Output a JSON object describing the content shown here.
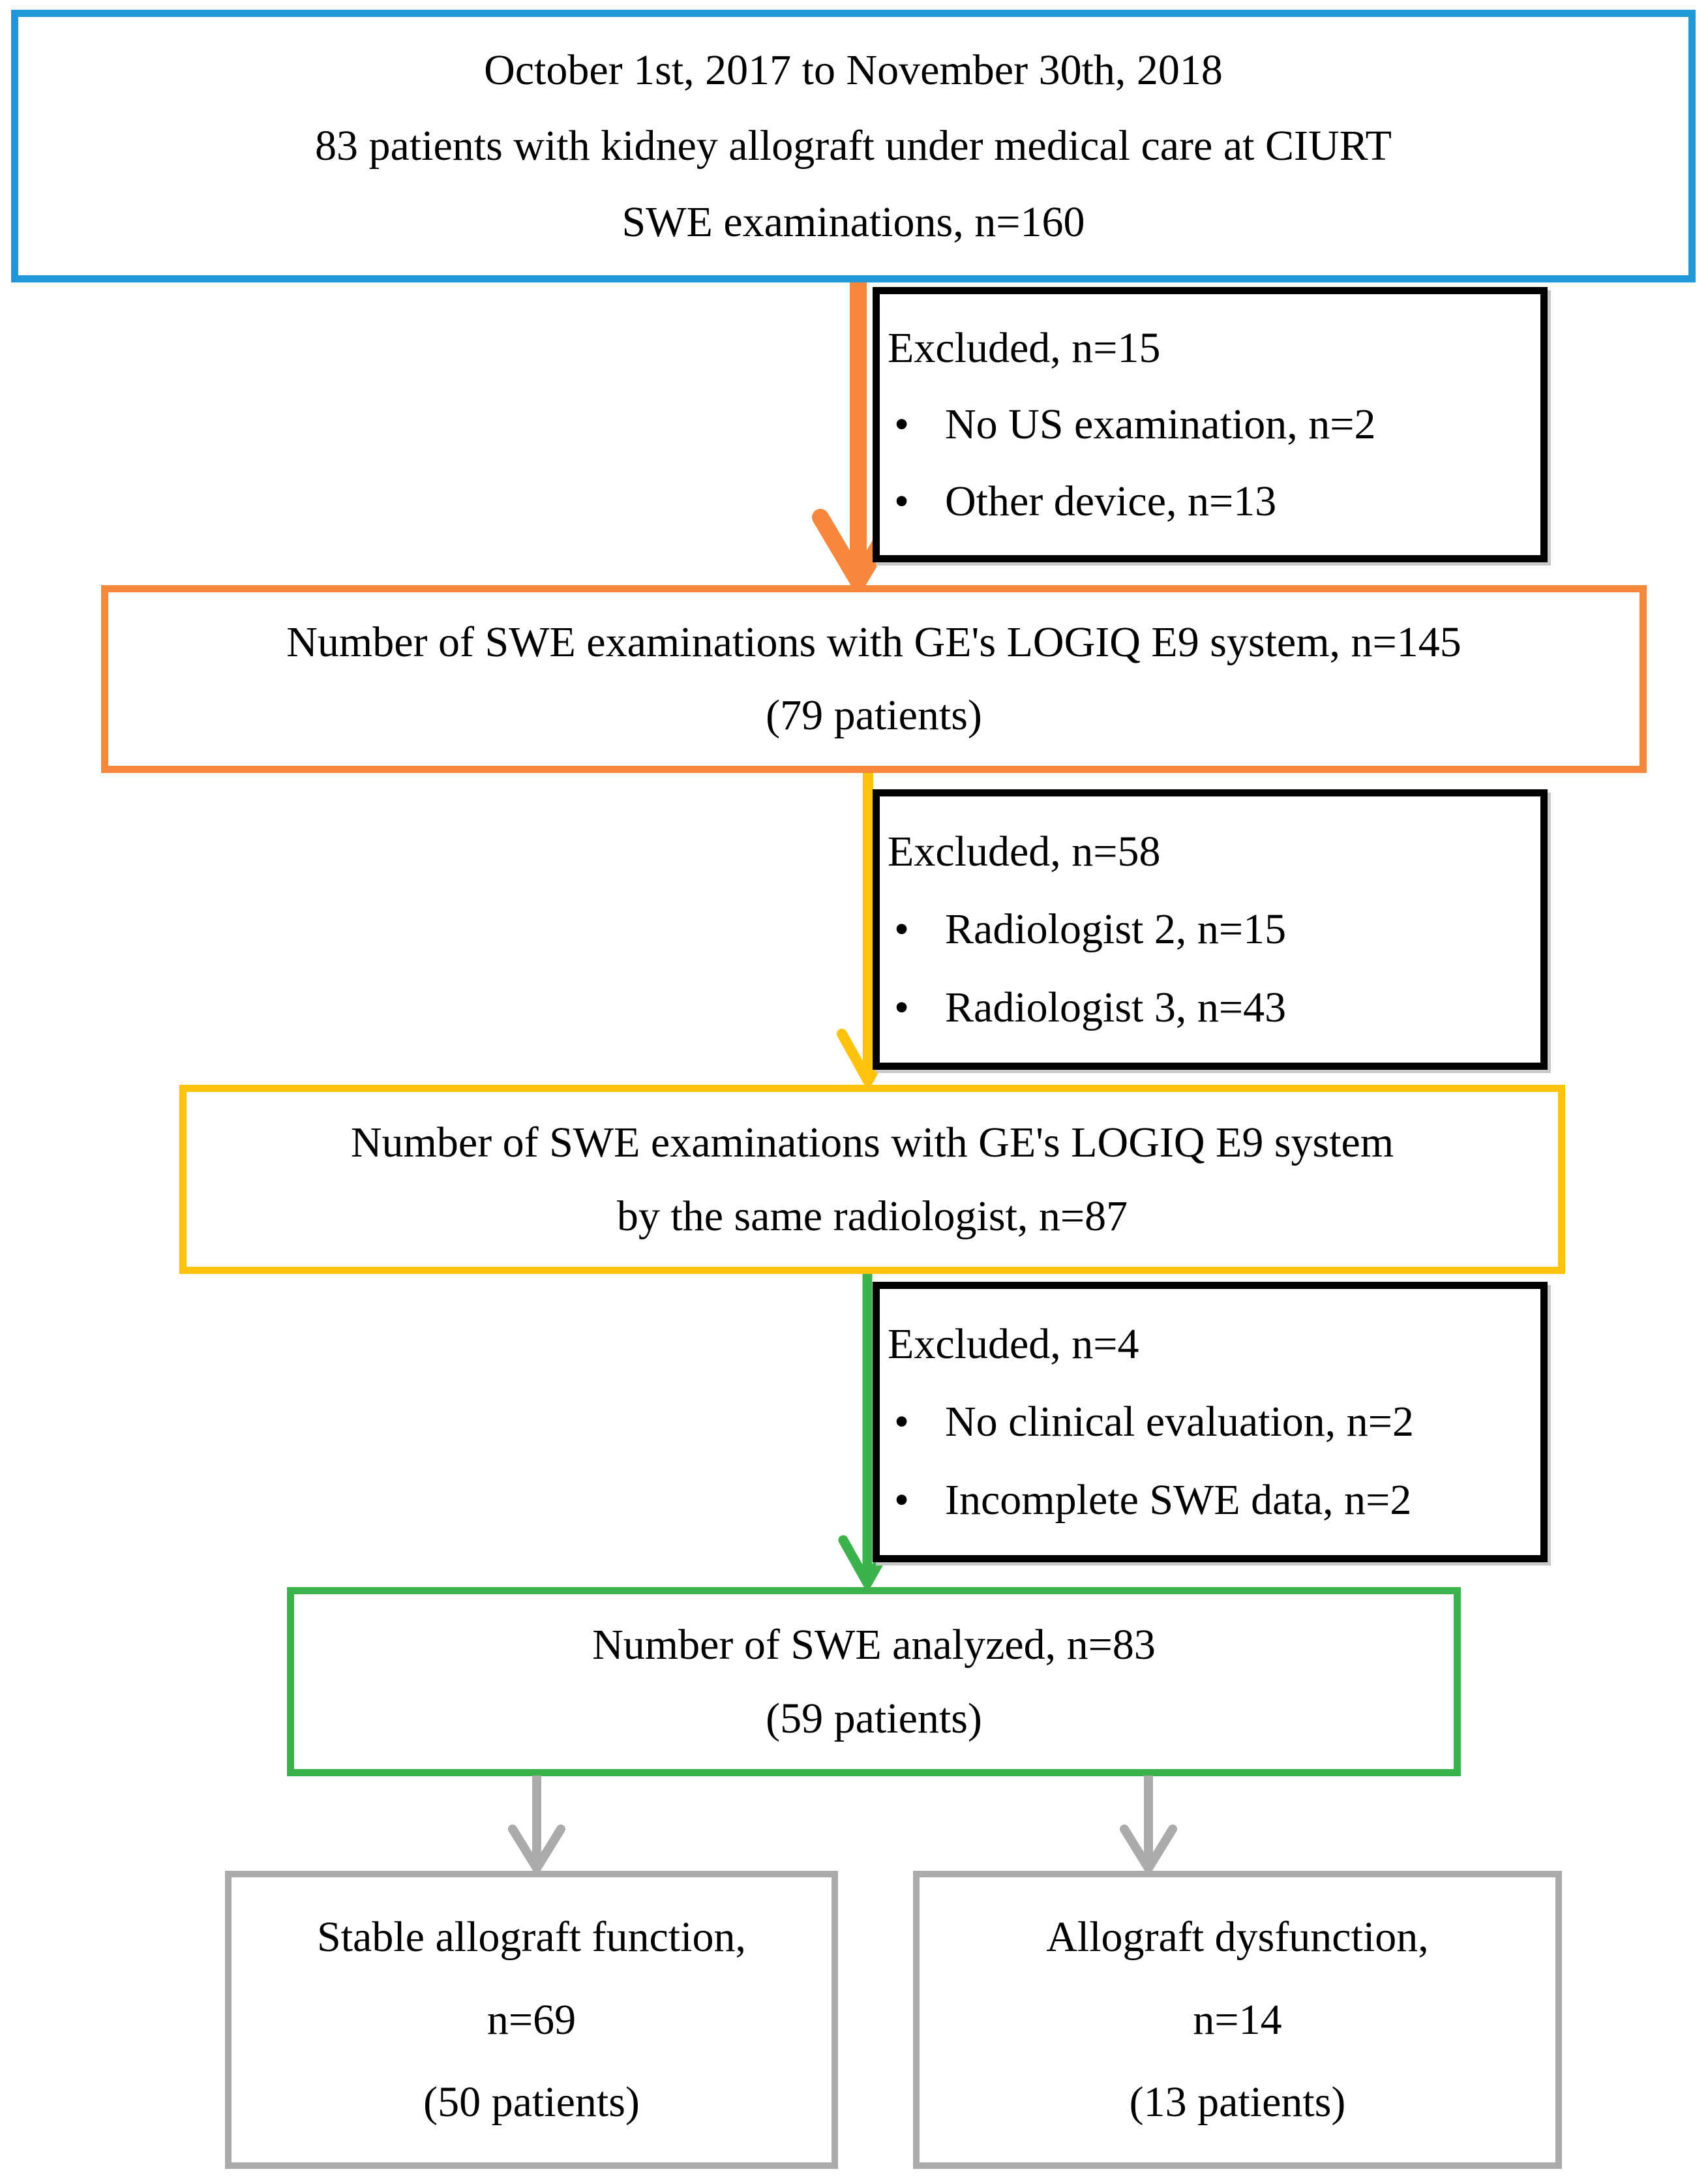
{
  "diagram_title": "Patient/examination selection flowchart",
  "palette": {
    "blue": "#1E99D6",
    "orange": "#F6873B",
    "yellow": "#FFC20E",
    "green": "#3CB34A",
    "gray": "#ABABAB",
    "border_black": "#000000"
  },
  "bullet_char": "•",
  "boxes": {
    "start": {
      "lines": [
        "October 1st, 2017 to November 30th, 2018",
        "83 patients with kidney allograft under medical care at CIURT",
        "SWE examinations, n=160"
      ]
    },
    "excluded1": {
      "title": "Excluded, n=15",
      "bullets": [
        "No US examination, n=2",
        "Other device, n=13"
      ]
    },
    "logiq": {
      "lines": [
        "Number of SWE examinations with GE's LOGIQ E9 system, n=145",
        "(79 patients)"
      ]
    },
    "excluded2": {
      "title": "Excluded, n=58",
      "bullets": [
        "Radiologist 2, n=15",
        "Radiologist 3, n=43"
      ]
    },
    "same_radiologist": {
      "lines": [
        "Number of SWE examinations with GE's LOGIQ E9 system",
        "by the same radiologist, n=87"
      ]
    },
    "excluded3": {
      "title": "Excluded, n=4",
      "bullets": [
        "No clinical evaluation, n=2",
        "Incomplete SWE data, n=2"
      ]
    },
    "analyzed": {
      "lines": [
        "Number of SWE analyzed, n=83",
        "(59 patients)"
      ]
    },
    "stable": {
      "lines": [
        "Stable allograft function,",
        "n=69",
        "(50 patients)"
      ]
    },
    "dysfunction": {
      "lines": [
        "Allograft dysfunction,",
        "n=14",
        "(13 patients)"
      ]
    }
  }
}
